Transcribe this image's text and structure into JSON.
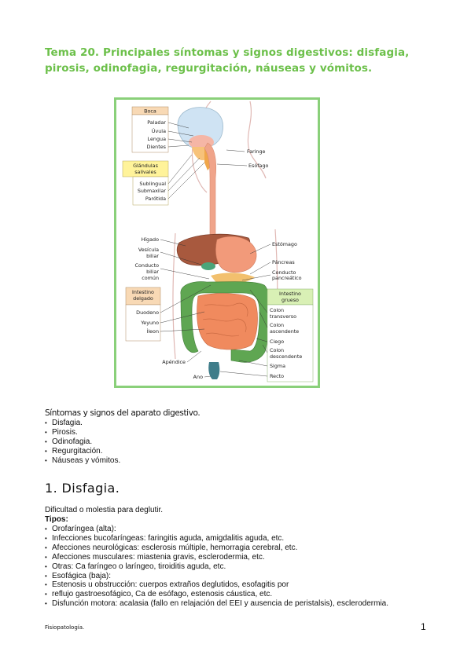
{
  "title": "Tema 20. Principales síntomas y signos digestivos: disfagia, pirosis, odinofagia, regurgitación, náuseas y vómitos.",
  "figure": {
    "boxes": {
      "boca": "Boca",
      "glandulas": [
        "Glándulas",
        "salivales"
      ],
      "intestino_delgado": [
        "Intestino",
        "delgado"
      ],
      "intestino_grueso": [
        "Intestino",
        "grueso"
      ]
    },
    "labels": {
      "paladar": "Paladar",
      "uvula": "Úvula",
      "lengua": "Lengua",
      "dientes": "Dientes",
      "faringe": "Faringe",
      "esofago": "Esófago",
      "sublingual": "Sublingual",
      "submaxilar": "Submaxilar",
      "parotida": "Parótida",
      "higado": "Hígado",
      "vesicula": [
        "Vesícula",
        "biliar"
      ],
      "conducto_biliar": [
        "Conducto",
        "biliar",
        "común"
      ],
      "estomago": "Estómago",
      "pancreas": "Páncreas",
      "conducto_pancreatico": [
        "Conducto",
        "pancreático"
      ],
      "duodeno": "Duodeno",
      "yeyuno": "Yeyuno",
      "ileon": "Íleon",
      "colon_transverso": [
        "Colon",
        "transverso"
      ],
      "colon_ascendente": [
        "Colon",
        "ascendente"
      ],
      "ciego": "Ciego",
      "colon_descendente": [
        "Colon",
        "descendente"
      ],
      "apendice": "Apéndice",
      "sigma": "Sigma",
      "ano": "Ano",
      "recto": "Recto"
    }
  },
  "section_label": "Síntomas y signos del aparato digestivo.",
  "symptoms": [
    "Disfagia.",
    "Pirosis.",
    "Odinofagia.",
    "Regurgitación.",
    "Náuseas y vómitos."
  ],
  "section1": {
    "heading": "1. Disfagia.",
    "definition": "Dificultad o molestia para deglutir.",
    "types_label": "Tipos:",
    "items": [
      "Orofaríngea (alta):",
      "Infecciones bucofaríngeas: faringitis aguda, amigdalitis aguda, etc.",
      "Afecciones neurológicas: esclerosis múltiple, hemorragia cerebral, etc.",
      "Afecciones musculares: miastenia gravis, esclerodermia, etc.",
      "Otras: Ca faríngeo o laríngeo, tiroiditis aguda, etc.",
      "Esofágica (baja):",
      "Estenosis u obstrucción: cuerpos extraños deglutidos, esofagitis por",
      "reflujo gastroesofágico, Ca de esófago, estenosis cáustica, etc.",
      "Disfunción motora: acalasia (fallo en relajación del EEI y ausencia de peristalsis), esclerodermia."
    ]
  },
  "footer": {
    "left": "Fisiopatología.",
    "page": "1"
  }
}
